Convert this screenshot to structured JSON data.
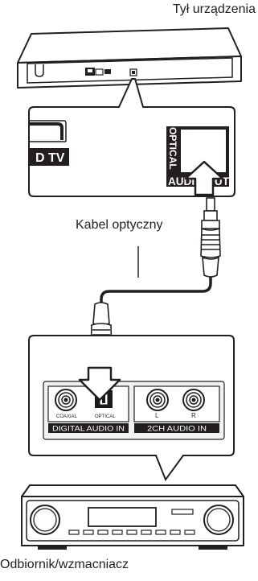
{
  "labels": {
    "back_of_device": "Tył urządzenia",
    "optical_cable": "Kabel optyczny",
    "receiver": "Odbiornik/wzmacniacz"
  },
  "player_panel": {
    "optical_vertical": "OPTICAL",
    "audio_out": "AUDIO OUT",
    "tv_partial": "D TV"
  },
  "receiver_panel": {
    "coaxial": "COAXIAL",
    "optical": "OPTICAL",
    "l": "L",
    "r": "R",
    "digital_audio_in": "DIGITAL AUDIO IN",
    "ch2_audio_in": "2CH AUDIO IN"
  },
  "colors": {
    "line": "#231f20",
    "arrow_fill": "#ffffff",
    "port_fill": "#1a1a1a"
  }
}
